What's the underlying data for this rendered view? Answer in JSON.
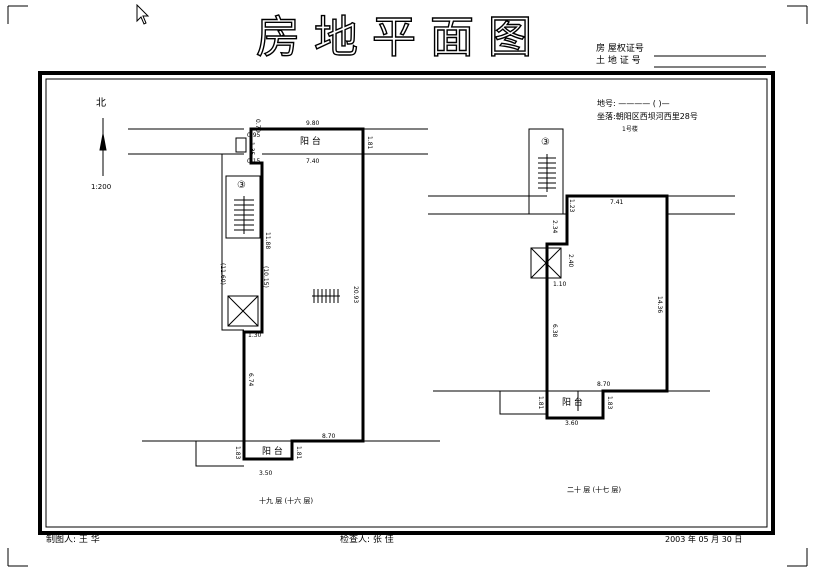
{
  "title": "房地平面图",
  "header_fields": {
    "certificate": "房 屋权证号",
    "land": "土 地 证 号"
  },
  "north": "北",
  "scale": "1:200",
  "lot_info": {
    "lot_label": "地号:",
    "lot_value": "———— ( )—",
    "address": "坐落:朝阳区西坝河西里28号",
    "building": "1号楼"
  },
  "plan_left": {
    "caption": "十九 层 (十六 层)",
    "balcony_top": "阳 台",
    "balcony_bottom": "阳 台",
    "stair_no": "③",
    "dims": {
      "top_width": "9.80",
      "top_inner": "7.40",
      "right_short": "1.81",
      "right_long": "20.93",
      "left_a": "0.70",
      "left_b": "1.35",
      "left_c": "0.95",
      "left_d": "0.15",
      "mid": "11.88",
      "side1": "(11.60)",
      "side2": "(10.15)",
      "step_w": "1.30",
      "lower_left": "6.74",
      "bottom_right": "8.70",
      "bottom_l": "1.83",
      "bottom_r": "1.81",
      "bottom_w": "3.50"
    }
  },
  "plan_right": {
    "caption": "二十 层 (十七 层)",
    "balcony": "阳 台",
    "stair_no": "③",
    "dims": {
      "top": "7.41",
      "v1": "1.23",
      "v2": "2.34",
      "v3": "2.40",
      "h1": "1.10",
      "left": "6.38",
      "right": "14.36",
      "bottom_right": "8.70",
      "bottom_l": "1.81",
      "bottom_r": "1.83",
      "bottom_w": "3.60"
    }
  },
  "footer": {
    "drawer": "制图人: 王 华",
    "checker": "检查人: 张 佳",
    "date": "2003 年 05 月 30 日"
  }
}
